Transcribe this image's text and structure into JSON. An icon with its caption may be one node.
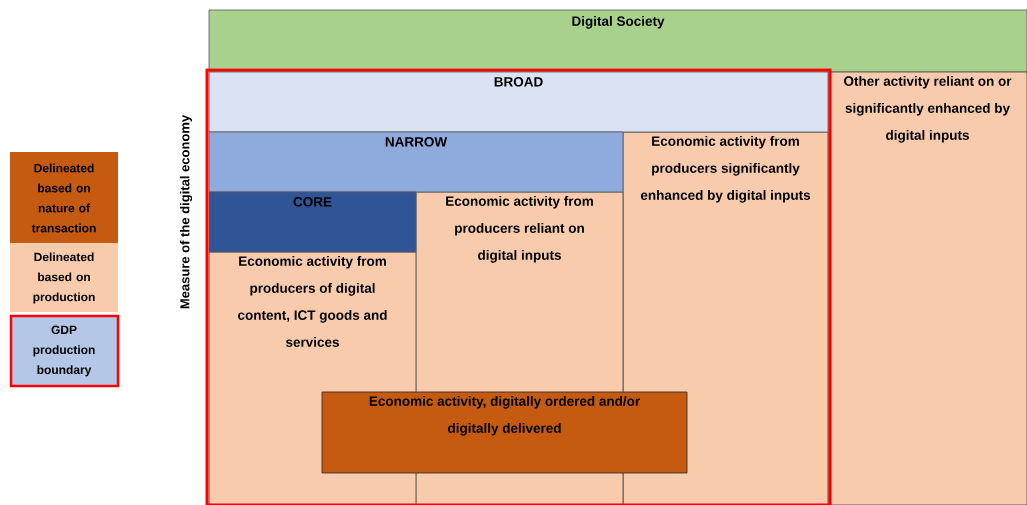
{
  "diagram": {
    "nodes": [
      {
        "text": [
          "Digital Society"
        ]
      },
      {
        "text": [],
        "shape": "box"
      },
      {
        "text": [
          "BROAD"
        ],
        "in": 1
      },
      {
        "text": [
          "NARROW"
        ],
        "in": 1
      },
      {
        "text": [
          "CORE"
        ],
        "in": 1
      },
      {
        "text": [
          "Economic activity from producers of digital content, ICT goods and services"
        ],
        "in": 1
      },
      {
        "text": [
          "Economic activity from producers reliant on digital inputs"
        ],
        "in": 1
      },
      {
        "text": [
          "Economic activity from producers significantly enhanced by digital inputs"
        ],
        "in": 1
      },
      {
        "text": [
          "Other activity reliant on or significantly enhanced by digital inputs"
        ]
      },
      {
        "text": [
          "Economic activity, digitally ordered and/or digitally delivered"
        ],
        "in": 1
      }
    ],
    "edges": [],
    "labels": [
      "Measure of the digital economy"
    ],
    "legend": [
      {
        "text": "Delineated based on nature of transaction",
        "color": "#c55a11"
      },
      {
        "text": "Delineated based on production",
        "color": "#f8cbad"
      },
      {
        "text": "GDP production boundary"
      }
    ]
  }
}
